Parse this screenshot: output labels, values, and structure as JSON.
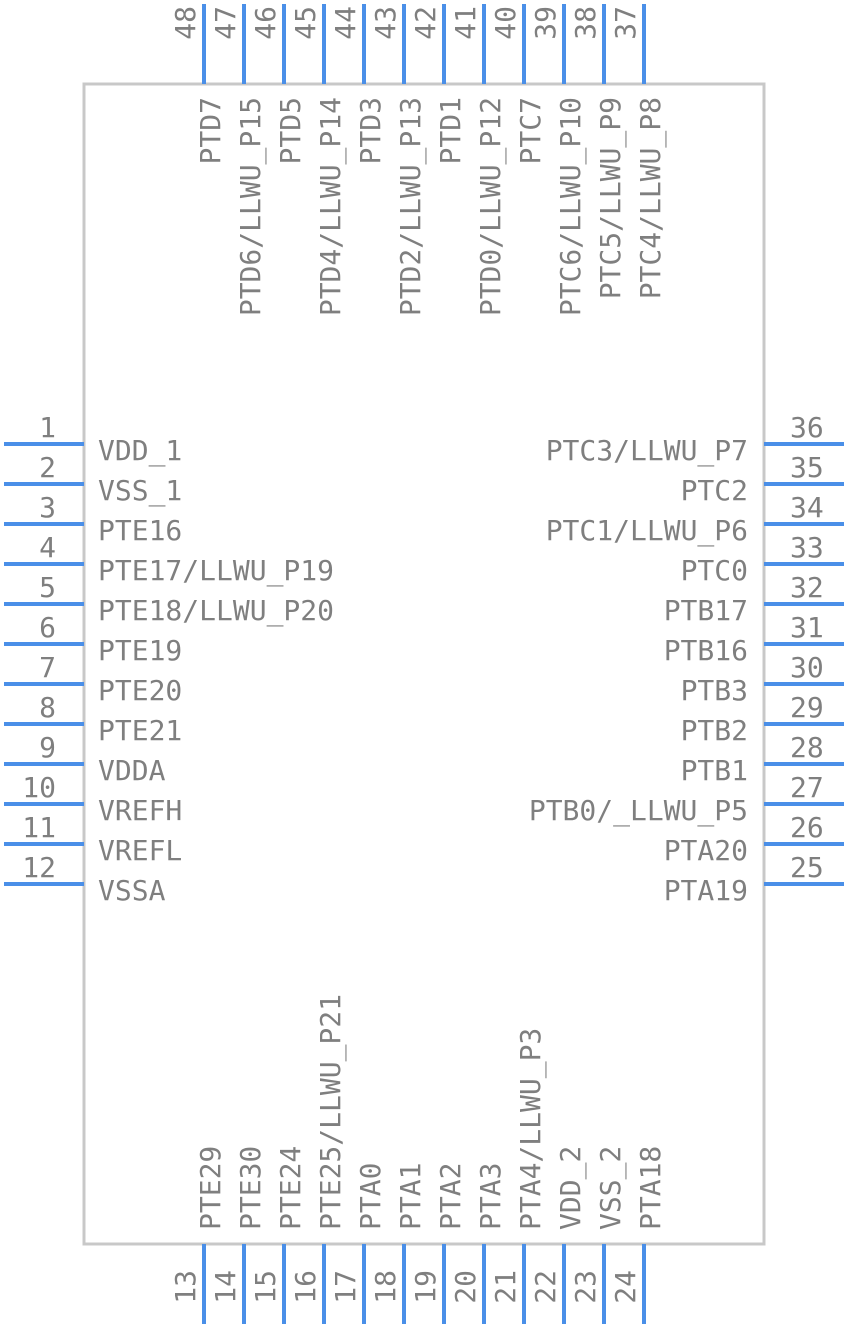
{
  "colors": {
    "pin": "#4a8fe8",
    "body_stroke": "#c8c8c8",
    "text": "#7f7f7f"
  },
  "left_pins": [
    {
      "num": "1",
      "name": "VDD_1"
    },
    {
      "num": "2",
      "name": "VSS_1"
    },
    {
      "num": "3",
      "name": "PTE16"
    },
    {
      "num": "4",
      "name": "PTE17/LLWU_P19"
    },
    {
      "num": "5",
      "name": "PTE18/LLWU_P20"
    },
    {
      "num": "6",
      "name": "PTE19"
    },
    {
      "num": "7",
      "name": "PTE20"
    },
    {
      "num": "8",
      "name": "PTE21"
    },
    {
      "num": "9",
      "name": "VDDA"
    },
    {
      "num": "10",
      "name": "VREFH"
    },
    {
      "num": "11",
      "name": "VREFL"
    },
    {
      "num": "12",
      "name": "VSSA"
    }
  ],
  "right_pins": [
    {
      "num": "36",
      "name": "PTC3/LLWU_P7"
    },
    {
      "num": "35",
      "name": "PTC2"
    },
    {
      "num": "34",
      "name": "PTC1/LLWU_P6"
    },
    {
      "num": "33",
      "name": "PTC0"
    },
    {
      "num": "32",
      "name": "PTB17"
    },
    {
      "num": "31",
      "name": "PTB16"
    },
    {
      "num": "30",
      "name": "PTB3"
    },
    {
      "num": "29",
      "name": "PTB2"
    },
    {
      "num": "28",
      "name": "PTB1"
    },
    {
      "num": "27",
      "name": "PTB0/_LLWU_P5"
    },
    {
      "num": "26",
      "name": "PTA20"
    },
    {
      "num": "25",
      "name": "PTA19"
    }
  ],
  "bottom_pins": [
    {
      "num": "13",
      "name": "PTE29"
    },
    {
      "num": "14",
      "name": "PTE30"
    },
    {
      "num": "15",
      "name": "PTE24"
    },
    {
      "num": "16",
      "name": "PTE25/LLWU_P21"
    },
    {
      "num": "17",
      "name": "PTA0"
    },
    {
      "num": "18",
      "name": "PTA1"
    },
    {
      "num": "19",
      "name": "PTA2"
    },
    {
      "num": "20",
      "name": "PTA3"
    },
    {
      "num": "21",
      "name": "PTA4/LLWU_P3"
    },
    {
      "num": "22",
      "name": "VDD_2"
    },
    {
      "num": "23",
      "name": "VSS_2"
    },
    {
      "num": "24",
      "name": "PTA18"
    }
  ],
  "top_pins": [
    {
      "num": "48",
      "name": "PTD7"
    },
    {
      "num": "47",
      "name": "PTD6/LLWU_P15"
    },
    {
      "num": "46",
      "name": "PTD5"
    },
    {
      "num": "45",
      "name": "PTD4/LLWU_P14"
    },
    {
      "num": "44",
      "name": "PTD3"
    },
    {
      "num": "43",
      "name": "PTD2/LLWU_P13"
    },
    {
      "num": "42",
      "name": "PTD1"
    },
    {
      "num": "41",
      "name": "PTD0/LLWU_P12"
    },
    {
      "num": "40",
      "name": "PTC7"
    },
    {
      "num": "39",
      "name": "PTC6/LLWU_P10"
    },
    {
      "num": "38",
      "name": "PTC5/LLWU_P9"
    },
    {
      "num": "37",
      "name": "PTC4/LLWU_P8"
    }
  ]
}
